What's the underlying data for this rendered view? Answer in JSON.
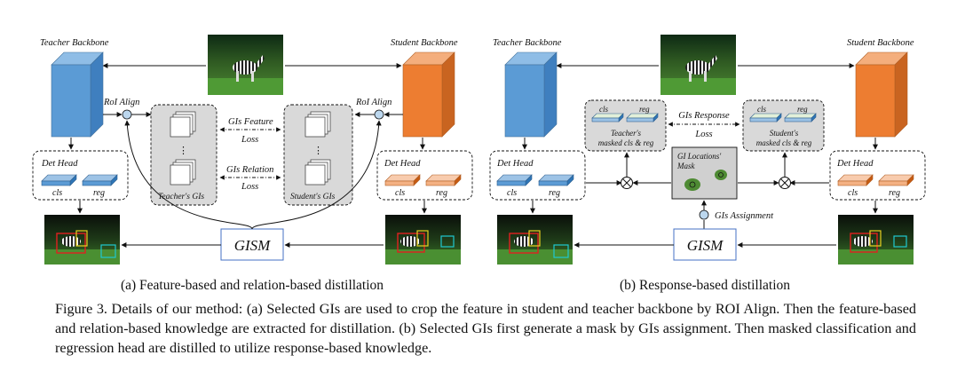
{
  "diagram_a": {
    "teacher_backbone": "Teacher Backbone",
    "student_backbone": "Student Backbone",
    "roi_align_left": "RoI Align",
    "roi_align_right": "RoI Align",
    "feature_loss_1": "GIs Feature",
    "feature_loss_2": "Loss",
    "relation_loss_1": "GIs Relation",
    "relation_loss_2": "Loss",
    "teacher_gis": "Teacher's GIs",
    "student_gis": "Student's GIs",
    "det_head_left": "Det Head",
    "det_head_right": "Det Head",
    "cls": "cls",
    "reg": "reg",
    "gism": "GISM",
    "ellipsis": "⋮",
    "subcaption": "(a)  Feature-based and relation-based distillation"
  },
  "diagram_b": {
    "teacher_backbone": "Teacher Backbone",
    "student_backbone": "Student Backbone",
    "response_loss_1": "GIs Response",
    "response_loss_2": "Loss",
    "teacher_masked_1": "Teacher's",
    "teacher_masked_2": "masked cls & reg",
    "student_masked_1": "Student's",
    "student_masked_2": "masked cls & reg",
    "mask_label_1": "GI Locations'",
    "mask_label_2": "Mask",
    "gis_assignment": "GIs Assignment",
    "det_head_left": "Det Head",
    "det_head_right": "Det Head",
    "cls": "cls",
    "reg": "reg",
    "gism": "GISM",
    "subcaption": "(b)  Response-based distillation"
  },
  "caption": "Figure 3. Details of our method: (a) Selected GIs are used to crop the feature in student and teacher backbone by ROI Align. Then the feature-based and relation-based knowledge are extracted for distillation. (b) Selected GIs first generate a mask by GIs assignment. Then masked classification and regression head are distilled to utilize response-based knowledge.",
  "colors": {
    "teacher_blue": "#5b9bd5",
    "student_orange": "#ed7d31",
    "panel_gray": "#d9d9d9",
    "gism_border": "#4472c4",
    "grass": "#3f7a2a"
  }
}
